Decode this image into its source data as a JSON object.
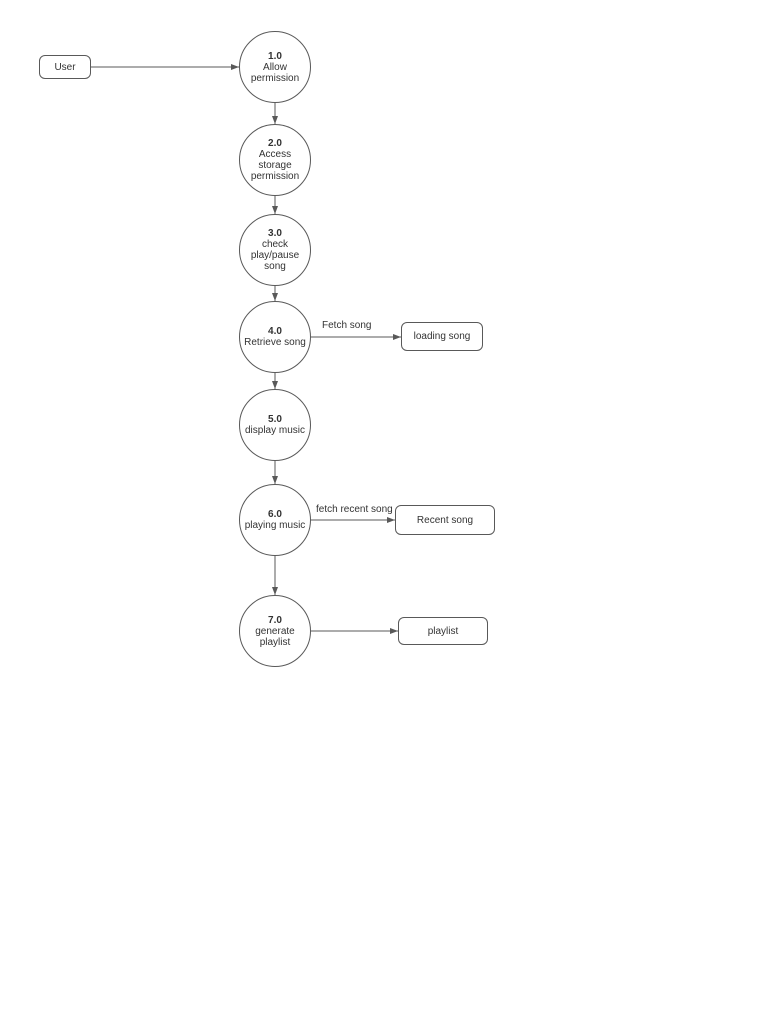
{
  "diagram": {
    "type": "data-flow-diagram",
    "entities": {
      "user": "User"
    },
    "processes": [
      {
        "number": "1.0",
        "label": "Allow\npermission"
      },
      {
        "number": "2.0",
        "label": "Access\nstorage\npermission"
      },
      {
        "number": "3.0",
        "label": "check\nplay/pause\nsong"
      },
      {
        "number": "4.0",
        "label": "Retrieve song"
      },
      {
        "number": "5.0",
        "label": "display music"
      },
      {
        "number": "6.0",
        "label": "playing music"
      },
      {
        "number": "7.0",
        "label": "generate\nplaylist"
      }
    ],
    "stores": [
      {
        "label": "loading song"
      },
      {
        "label": "Recent song"
      },
      {
        "label": "playlist"
      }
    ],
    "flow_labels": [
      {
        "text": "Fetch song"
      },
      {
        "text": "fetch recent song"
      }
    ]
  },
  "colors": {
    "stroke": "#595959",
    "text": "#333333",
    "background": "#ffffff"
  }
}
